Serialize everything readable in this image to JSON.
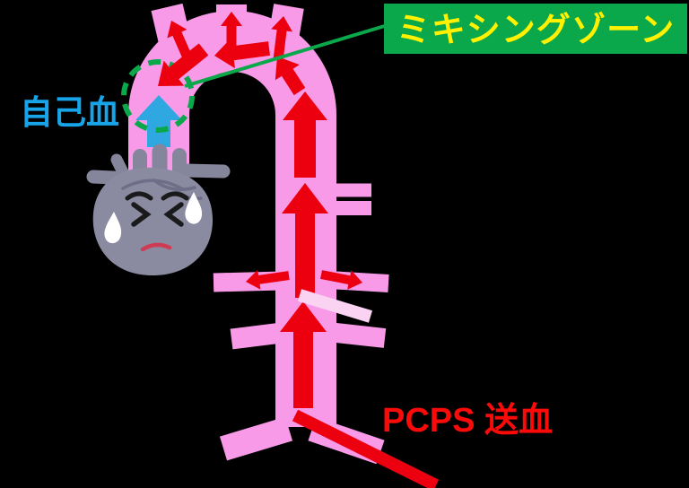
{
  "diagram": {
    "description_labels": {
      "mixing_zone": {
        "text": "ミキシングゾーン",
        "text_color": "#fff100",
        "box_color": "#0aa84a"
      },
      "own_blood": {
        "text": "自己血",
        "color": "#18a4e8"
      },
      "pcps_feed": {
        "text": "PCPS 送血",
        "color": "#fb0a0a"
      }
    },
    "colors": {
      "aorta_pink": "#f89ae8",
      "pale_branch_pink": "#fad2f2",
      "arrow_red": "#ec000f",
      "own_blood_arrow_blue": "#2fa8e1",
      "annotation_green": "#0aa84a",
      "heart_gray": "#8a8aa0",
      "heart_vessel_gray": "#85859b",
      "heart_line_gray": "#6e6e88",
      "face_black": "#1a1a1a",
      "mouth_red": "#cf3b55",
      "sweat_white": "#ffffff",
      "background": "#000000"
    },
    "icons": {
      "heart_character": "sad-heart-illustration",
      "mixing_zone_marker": "dashed-circle",
      "pcps_cannula": "red-cannula-line"
    }
  }
}
